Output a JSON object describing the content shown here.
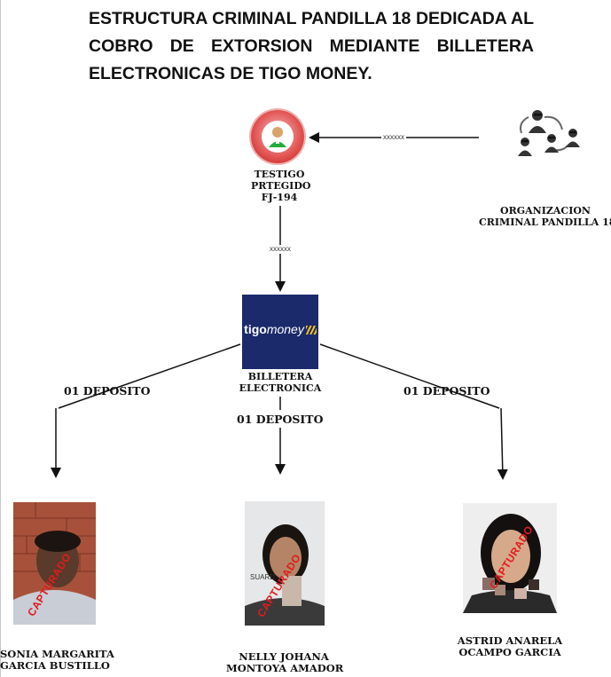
{
  "title_lines": [
    "ESTRUCTURA CRIMINAL PANDILLA 18 DEDICADA AL",
    "COBRO DE EXTORSION MEDIANTE BILLETERA",
    "ELECTRONICAS DE TIGO MONEY."
  ],
  "witness": {
    "icon": "protected-witness-icon",
    "label_lines": [
      "TESTIGO",
      "PRTEGIDO",
      "FJ-194"
    ]
  },
  "organization": {
    "icon": "gang-network-icon",
    "label_lines": [
      "ORGANIZACION",
      "CRIMINAL PANDILLA 18"
    ]
  },
  "edges": {
    "org_to_witness": "xxxxxx",
    "witness_to_wallet": "xxxxxx"
  },
  "wallet": {
    "logo_prefix": "tigo",
    "logo_suffix": "money",
    "label_lines": [
      "BILLETERA",
      "ELECTRONICA"
    ]
  },
  "deposits": {
    "left": "01 DEPOSITO",
    "center": "01 DEPOSITO",
    "right": "01 DEPOSITO"
  },
  "suspects": [
    {
      "name_lines": [
        "SONIA MARGARITA",
        "GARCIA BUSTILLO"
      ],
      "stamp": "CAPTURADO"
    },
    {
      "name_lines": [
        "NELLY JOHANA",
        "MONTOYA AMADOR"
      ],
      "stamp": "CAPTURADO"
    },
    {
      "name_lines": [
        "ASTRID ANARELA",
        "OCAMPO GARCIA"
      ],
      "stamp": "CAPTURADO"
    }
  ],
  "colors": {
    "wallet_bg": "#1b2a6b",
    "stamp": "#e01c1c",
    "witness_ring": "#c31414"
  }
}
